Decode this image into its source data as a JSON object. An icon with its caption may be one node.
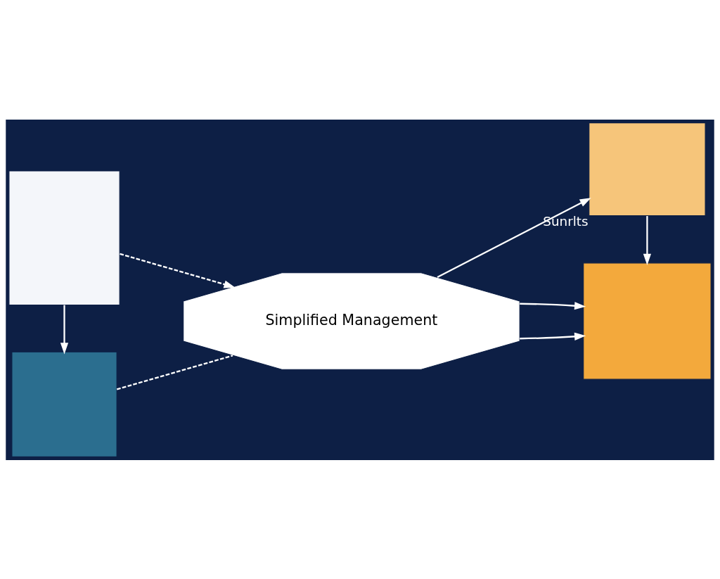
{
  "diagram": {
    "nodes": [
      {
        "text": [],
        "shape": "box"
      },
      {
        "text": [
          "Simplified Management"
        ]
      },
      {
        "text": [],
        "shape": "box",
        "beside": [
          "Sunrlts"
        ]
      },
      {
        "text": [],
        "shape": "box"
      },
      {
        "text": [],
        "shape": "box"
      }
    ],
    "edges": [
      {
        "from": 0,
        "to": 1,
        "arrow": "to",
        "style": "dashed"
      },
      {
        "from": 0,
        "to": 3,
        "arrow": "to"
      },
      {
        "from": 3,
        "to": 1,
        "arrow": "none",
        "style": "dashed"
      },
      {
        "from": 1,
        "to": 2,
        "arrow": "to"
      },
      {
        "from": 1,
        "to": 4,
        "arrow": "to"
      },
      {
        "from": 1,
        "to": 4,
        "arrow": "to"
      },
      {
        "from": 2,
        "to": 4,
        "arrow": "to"
      }
    ]
  }
}
